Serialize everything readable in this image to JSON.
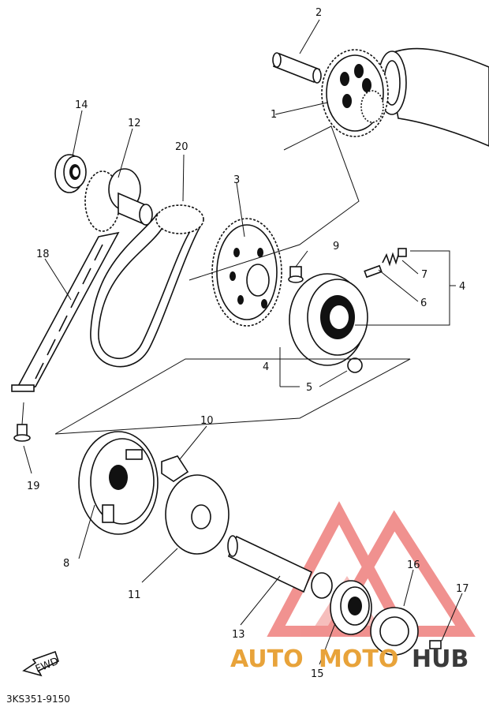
{
  "callouts": {
    "c1": "1",
    "c2": "2",
    "c3": "3",
    "c4a": "4",
    "c4b": "4",
    "c5": "5",
    "c6": "6",
    "c7": "7",
    "c8": "8",
    "c9": "9",
    "c10": "10",
    "c11": "11",
    "c12": "12",
    "c13": "13",
    "c14": "14",
    "c15": "15",
    "c16": "16",
    "c17": "17",
    "c18": "18",
    "c19": "19",
    "c20": "20"
  },
  "fwd_label": "FWD",
  "drawing_code": "3KS351-9150",
  "watermark": {
    "word_part1": "AUTO",
    "word_part2": "MOTO",
    "word_part3": "HUB",
    "color_accent": "#e8a33a",
    "color_dark": "#3a3a3a",
    "color_red": "#e53935"
  }
}
